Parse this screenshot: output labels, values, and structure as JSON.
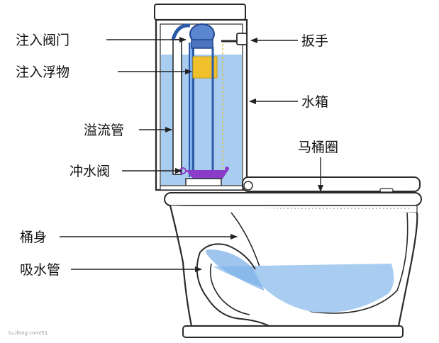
{
  "diagram": {
    "labels": {
      "fill_valve": "注入阀门",
      "float": "注入浮物",
      "overflow_tube": "溢流管",
      "flush_valve": "冲水阀",
      "handle": "扳手",
      "tank": "水箱",
      "seat_ring": "马桶圈",
      "bowl_body": "桶身",
      "trapway": "吸水管"
    },
    "watermark": "tu.ifeng.com/51"
  },
  "colors": {
    "water": "#a9cdf0",
    "water_dark": "#7fb2e8",
    "float": "#f1c12b",
    "flush_valve": "#8a3cc8",
    "pipe": "#2b5aa8",
    "outline": "#2a2a2a",
    "porcelain": "#ffffff"
  }
}
